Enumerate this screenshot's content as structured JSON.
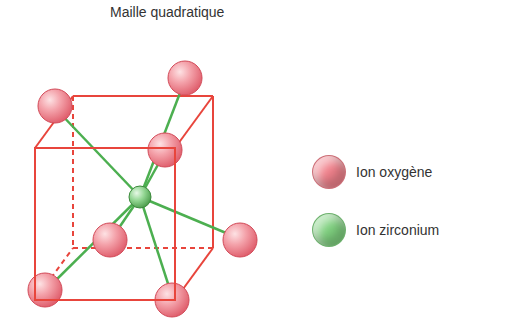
{
  "diagram": {
    "title": "Maille quadratique",
    "legend": [
      {
        "text": "Ion oxygène",
        "color": "#f0828c"
      },
      {
        "text": "Ion zirconium",
        "color": "#7fd07f"
      }
    ]
  }
}
